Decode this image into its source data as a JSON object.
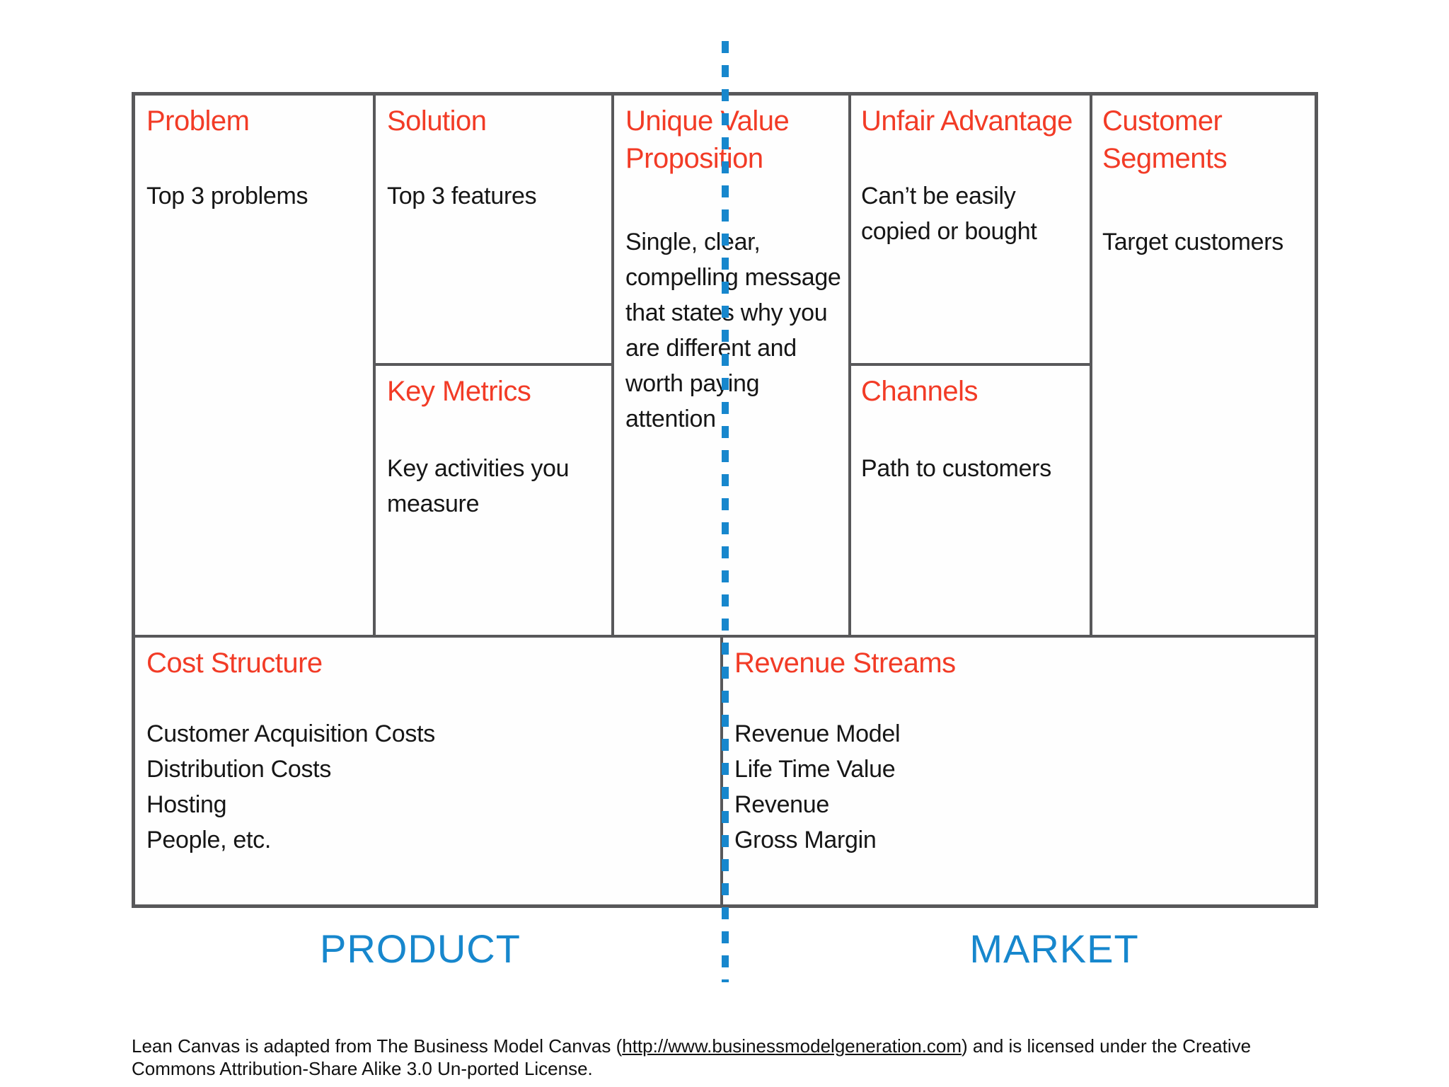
{
  "canvas": {
    "cells": {
      "problem": {
        "title": "Problem",
        "body": "Top 3 problems"
      },
      "solution": {
        "title": "Solution",
        "body": "Top 3 features"
      },
      "key_metrics": {
        "title": "Key Metrics",
        "body": "Key activities you\nmeasure"
      },
      "unique_value_proposition": {
        "title": "Unique Value\nProposition",
        "body": "Single, clear,\ncompelling message\nthat states why you\nare different and\nworth paying\nattention"
      },
      "unfair_advantage": {
        "title": "Unfair Advantage",
        "body": "Can’t be easily\ncopied or bought"
      },
      "channels": {
        "title": "Channels",
        "body": "Path to customers"
      },
      "customer_segments": {
        "title": "Customer\nSegments",
        "body": "Target customers"
      },
      "cost_structure": {
        "title": "Cost Structure",
        "items": [
          "Customer Acquisition Costs",
          "Distribution Costs",
          "Hosting",
          "People, etc."
        ]
      },
      "revenue_streams": {
        "title": "Revenue Streams",
        "items": [
          "Revenue Model",
          "Life Time Value",
          "Revenue",
          "Gross Margin"
        ]
      }
    }
  },
  "zones": {
    "product_label": "PRODUCT",
    "market_label": "MARKET"
  },
  "footer": {
    "prefix": "Lean Canvas is adapted from The Business Model Canvas (",
    "link": "http://www.businessmodelgeneration.com",
    "suffix": ") and is licensed under the Creative Commons Attribution-Share Alike 3.0 Un-ported License."
  },
  "colors": {
    "heading_red": "#f23b26",
    "divider_blue": "#1787cd",
    "border_gray": "#58585a"
  }
}
